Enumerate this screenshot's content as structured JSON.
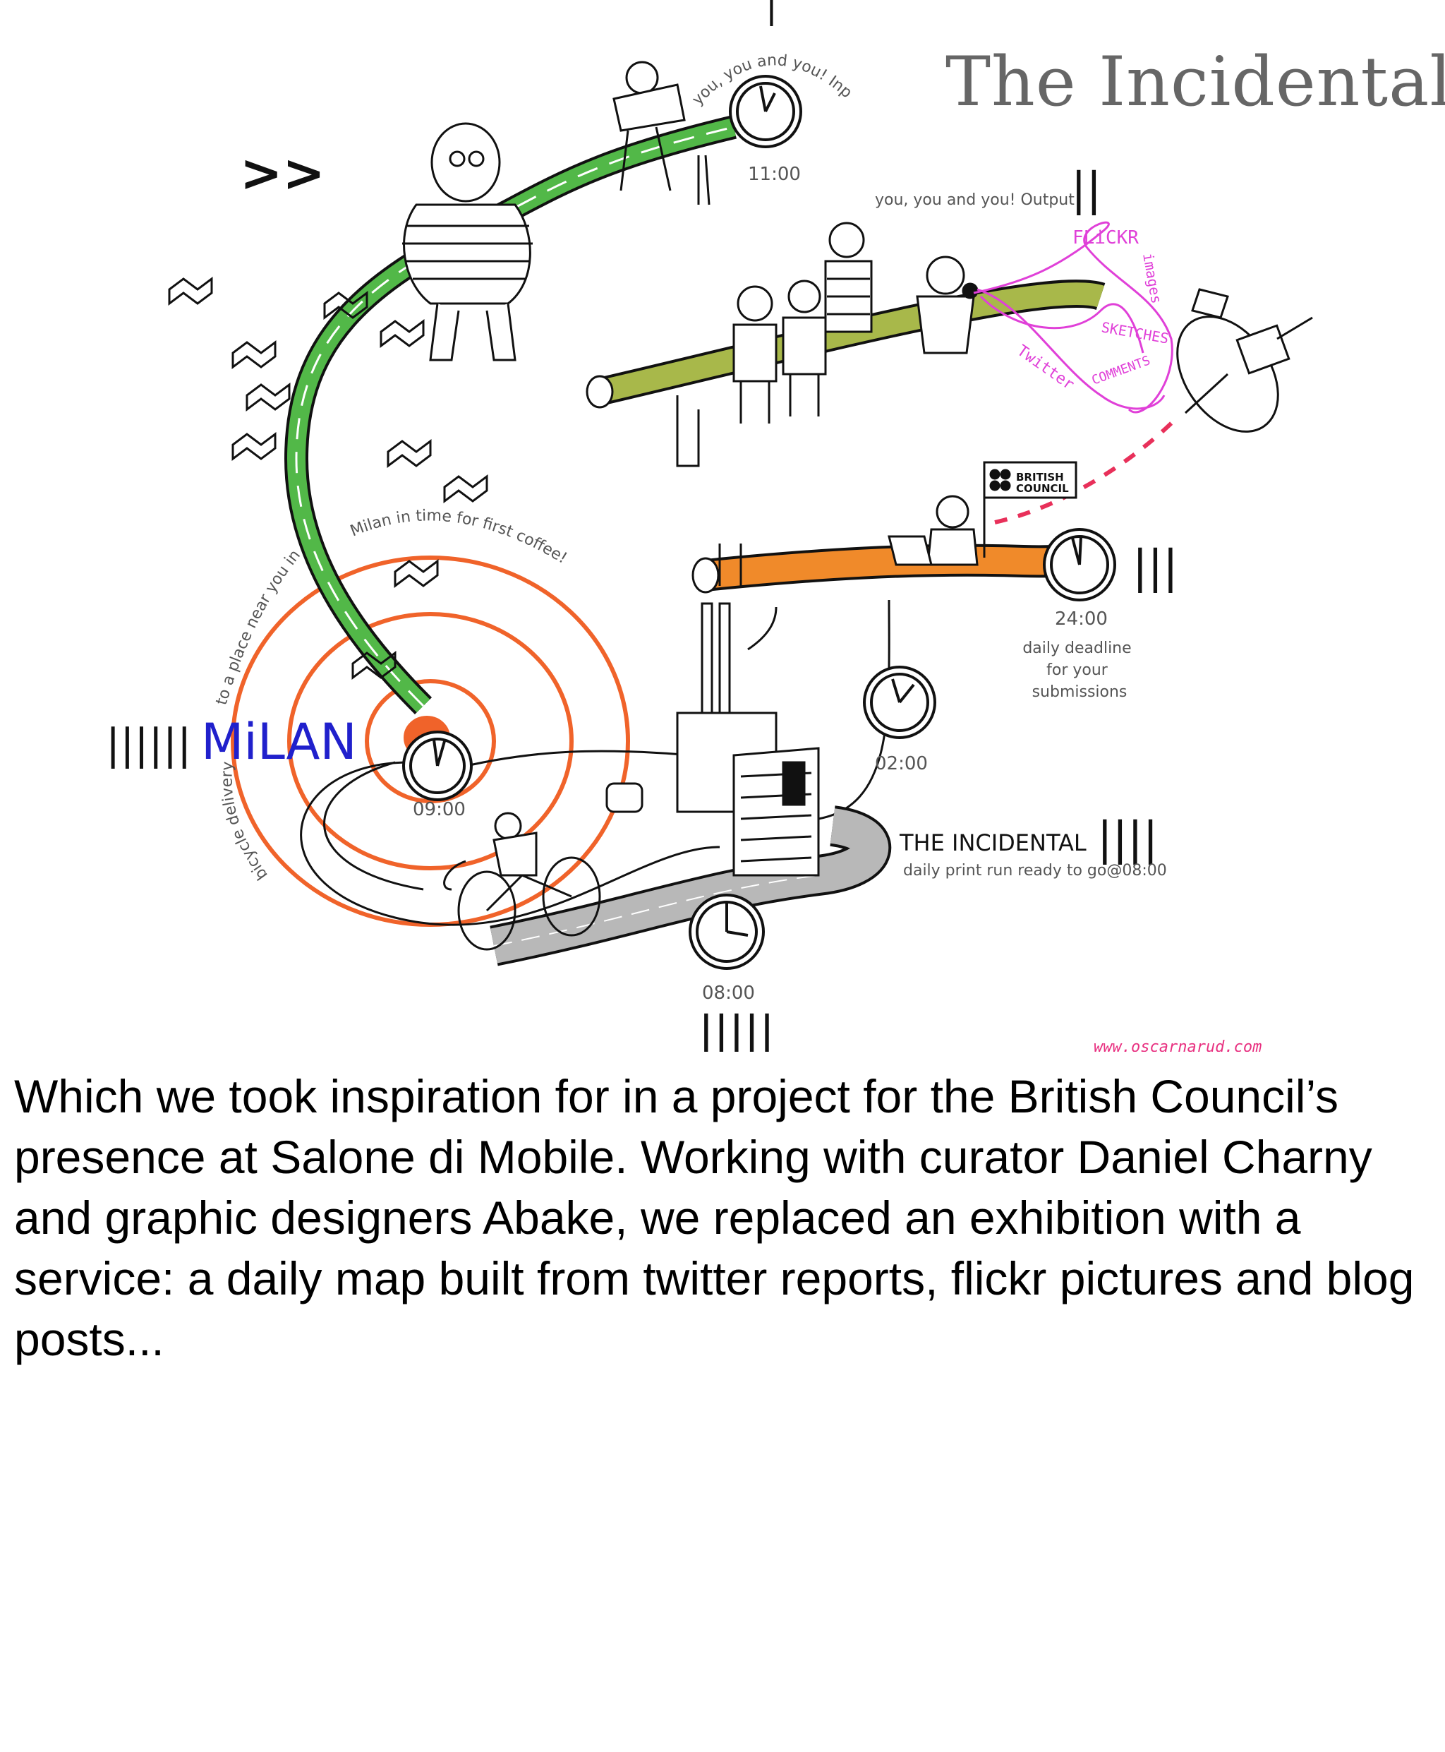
{
  "slide": {
    "title": "The Incidental",
    "caption": "Which we took inspiration for in a project for the British Council’s presence at Salone di Mobile. Working with curator Daniel Charny and graphic designers Abake, we replaced an exhibition with a service: a daily map built from twitter reports, flickr pictures and blog posts..."
  },
  "diagram": {
    "arrows": ">>",
    "city": "MiLAN",
    "stage_marks": {
      "one": "|",
      "two": "||",
      "three": "|||",
      "four": "||||",
      "five": "|||||",
      "six": "||||||"
    },
    "input_label": "you, you and you! Input",
    "output_label": "you, you and you! Output",
    "times": {
      "input": "11:00",
      "deadline": "24:00",
      "print": "02:00",
      "delivery": "08:00",
      "arrival": "09:00"
    },
    "deadline_text": [
      "daily deadline",
      "for your",
      "submissions"
    ],
    "sign": [
      "BRITISH",
      "COUNCIL"
    ],
    "media": {
      "flickr": "FLiCKR",
      "images": "images",
      "sketches": "SKETCHES",
      "twitter": "Twitter",
      "comments": "COMMENTS"
    },
    "incidental": "THE INCIDENTAL",
    "print_run": "daily print run ready to go@08:00",
    "milan_arc": "Milan in time for first coffee!",
    "place_arc": "to a place near you in",
    "bicycle_arc": "bicycle delivery",
    "credit": "www.oscarnarud.com"
  }
}
